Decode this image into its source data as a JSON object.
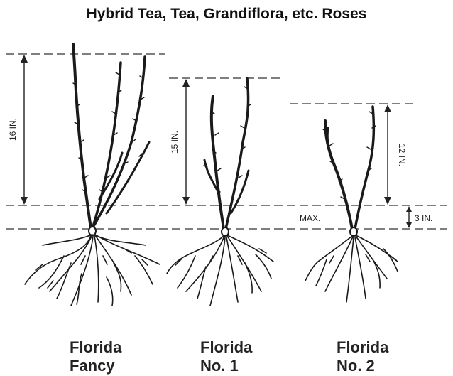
{
  "title": "Hybrid Tea, Tea, Grandiflora, etc. Roses",
  "measurements": {
    "fancy_height": "16 IN.",
    "no1_height": "15 IN.",
    "no2_height": "12 IN.",
    "max_label": "MAX.",
    "shank": "3 IN."
  },
  "grades": [
    {
      "line1": "Florida",
      "line2": "Fancy"
    },
    {
      "line1": "Florida",
      "line2": "No. 1"
    },
    {
      "line1": "Florida",
      "line2": "No. 2"
    }
  ],
  "colors": {
    "ink": "#1a1a1a",
    "background": "#ffffff"
  }
}
